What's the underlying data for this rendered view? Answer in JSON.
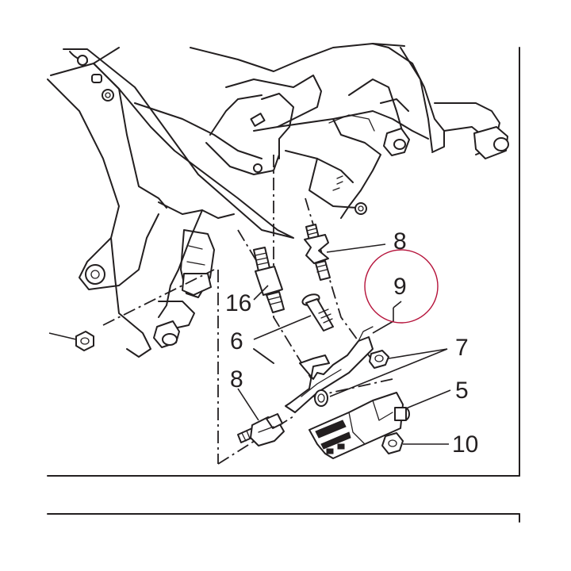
{
  "callouts": {
    "c16": "16",
    "c6": "6",
    "c8_top": "8",
    "c9": "9",
    "c7": "7",
    "c5": "5",
    "c10": "10",
    "c8_bottom": "8"
  },
  "highlight_color": "#b5123a",
  "line_color": "#231f20",
  "icons": {
    "highlight": "red-circle-highlight"
  }
}
